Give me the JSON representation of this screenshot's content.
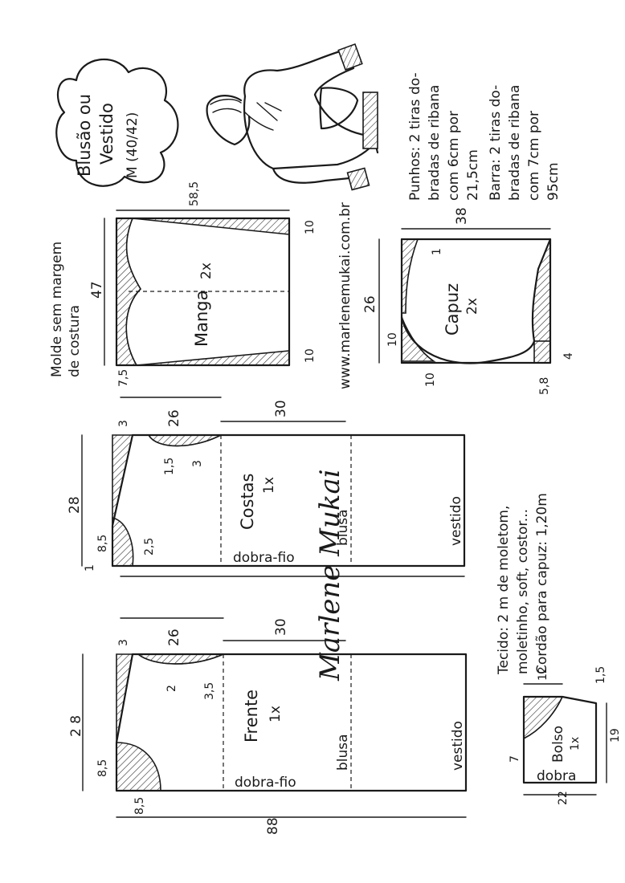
{
  "title": {
    "line1": "Blusão ou",
    "line2": "Vestido",
    "line3": "M (40/42)"
  },
  "note_margin": {
    "line1": "Molde sem margem",
    "line2": "de costura"
  },
  "website": "www.marlenemukai.com.br",
  "cuffs": {
    "line1": "Punhos: 2 tiras do-",
    "line2": "bradas de ribana",
    "line3": "com 6cm por",
    "line4": "21,5cm"
  },
  "hem": {
    "line1": "Barra: 2 tiras do-",
    "line2": "bradas de ribana",
    "line3": "com 7cm por",
    "line4": "95cm"
  },
  "fabric": {
    "line1": "Tecido: 2 m de moletom,",
    "line2": "moletinho, soft, costor...",
    "line3": "Cordão para capuz: 1,20m"
  },
  "signature": "Marlene Mukai",
  "sleeve": {
    "name": "Manga",
    "count": "2x",
    "d_top": "58,5",
    "d_len": "47",
    "d_r1": "10",
    "d_r2": "10",
    "d_cap": "7,5"
  },
  "hood": {
    "name": "Capuz",
    "count": "2x",
    "d_w": "38",
    "d_h": "26",
    "d_10a": "10",
    "d_10b": "10",
    "d_1": "1",
    "d_58": "5,8",
    "d_4": "4"
  },
  "back": {
    "name": "Costas",
    "count": "1x",
    "d_3": "3",
    "d_26": "26",
    "d_30": "30",
    "d_28": "28",
    "d_15": "1,5",
    "d_3b": "3",
    "d_85": "8,5",
    "d_25": "2,5",
    "d_1": "1",
    "fold": "dobra-fio",
    "blusa": "blusa",
    "vestido": "vestido"
  },
  "front": {
    "name": "Frente",
    "count": "1x",
    "d_3": "3",
    "d_26": "26",
    "d_30": "30",
    "d_28": "2 8",
    "d_2": "2",
    "d_35": "3,5",
    "d_85": "8,5",
    "d_85b": "8,5",
    "d_88": "88",
    "fold": "dobra-fio",
    "blusa": "blusa",
    "vestido": "vestido"
  },
  "pocket": {
    "name": "Bolso",
    "count": "1x",
    "d_12": "12",
    "d_15": "1,5",
    "d_7": "7",
    "d_19": "19",
    "d_22": "22",
    "fold": "dobra"
  }
}
